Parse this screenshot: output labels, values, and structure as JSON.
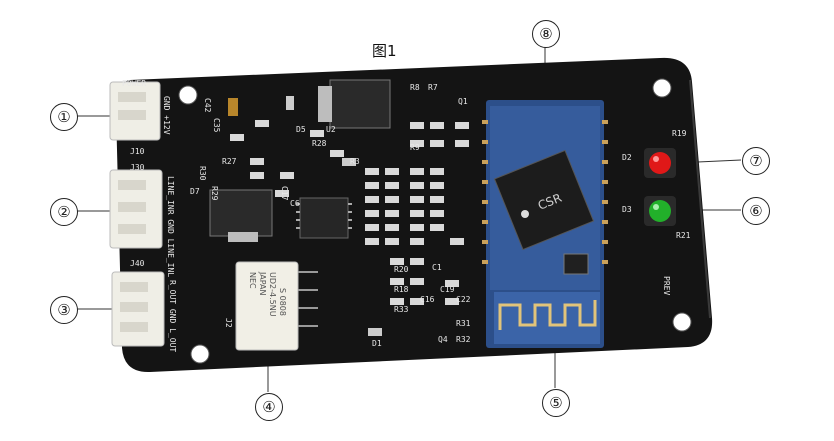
{
  "figure": {
    "title": "图1",
    "callouts": [
      "①",
      "②",
      "③",
      "④",
      "⑤",
      "⑥",
      "⑦",
      "⑧"
    ]
  },
  "board": {
    "connector_labels": {
      "power": "POWER",
      "power_pins": "GND +12V",
      "j10": "J10",
      "j30": "J30",
      "line_pins": "LINE_INR GND LINE_INL",
      "j40": "J40",
      "out_pins": "R_OUT GND L_OUT"
    },
    "silkscreen": {
      "c42": "C42",
      "c35": "C35",
      "r8": "R8",
      "r7": "R7",
      "q1": "Q1",
      "r27": "R27",
      "r30": "R30",
      "r29": "R29",
      "d7": "D7",
      "u2": "U2",
      "d5": "D5",
      "r28": "R28",
      "r9": "R9",
      "r3": "R3",
      "c17": "C17",
      "c6": "C6",
      "c1": "C1",
      "r20": "R20",
      "r18": "R18",
      "r33": "R33",
      "c19": "C19",
      "c22": "C22",
      "c16": "C16",
      "r31": "R31",
      "r32": "R32",
      "q4": "Q4",
      "d1": "D1",
      "r19": "R19",
      "d2": "D2",
      "d3": "D3",
      "r21": "R21",
      "prev": "PREV",
      "j2": "J2"
    },
    "relay": {
      "brand": "NEC",
      "origin": "JAPAN",
      "model": "UD2-4.5NU",
      "code": "S 0808"
    },
    "bt_module": {
      "chip": "CSR"
    }
  },
  "colors": {
    "pcb": "#141414",
    "connector": "#f0efe8",
    "bt_module": "#2c4f8a",
    "led_red": "#e01818",
    "led_green": "#22b02a"
  }
}
